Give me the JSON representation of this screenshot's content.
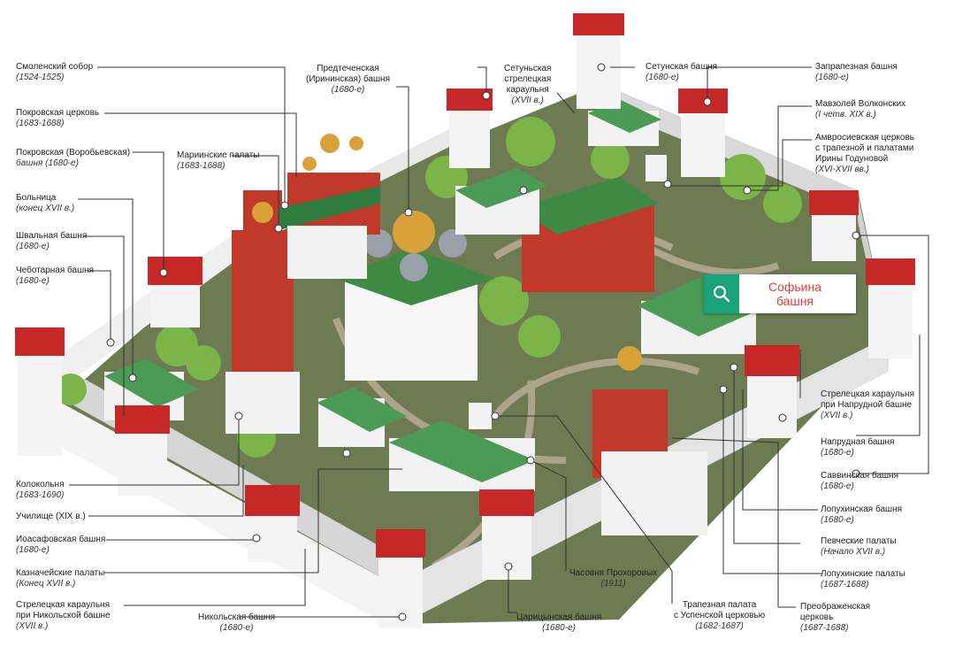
{
  "labels": {
    "smolensky": {
      "name": "Смоленский собор",
      "date": "(1524-1525)"
    },
    "pokrovskaya_church": {
      "name": "Покровская церковь",
      "date": "(1683-1688)"
    },
    "pokrovskaya_tower": {
      "name": "Покровская (Воробьевская)",
      "date": "башня (1680-е)"
    },
    "bolnitsa": {
      "name": "Больница",
      "date": "(конец XVII в.)"
    },
    "shvalnaya": {
      "name": "Швальная башня",
      "date": "(1680-е)"
    },
    "chebotarnaya": {
      "name": "Чеботарная башня",
      "date": "(1680-е)"
    },
    "mariinskie": {
      "name": "Мариинские палаты",
      "date": "(1683-1688)"
    },
    "predtechenskaya_1": {
      "name": "Предтеченская"
    },
    "predtechenskaya_2": {
      "name": "(Ирининская) башня"
    },
    "predtechenskaya_3": {
      "name": "(1680-е)"
    },
    "setunskaya_guard_1": {
      "name": "Сетуньская"
    },
    "setunskaya_guard_2": {
      "name": "стрелецкая"
    },
    "setunskaya_guard_3": {
      "name": "караульня"
    },
    "setunskaya_guard_4": {
      "name": "(XVII в.)"
    },
    "setunskaya_tower": {
      "name": "Сетунская башня",
      "date": "(1680-е)"
    },
    "zapreznaya": {
      "name": "Запрапезная башня",
      "date": "(1680-е)"
    },
    "mavzoley": {
      "name": "Мавзолей Волконских",
      "date": "(I четв. XIX в.)"
    },
    "amvrosievskaya_1": {
      "name": "Амвросиевская церковь"
    },
    "amvrosievskaya_2": {
      "name": "с трапезной и палатами"
    },
    "amvrosievskaya_3": {
      "name": "Ирины Годуновой"
    },
    "amvrosievskaya_4": {
      "name": "(XVI-XVII вв.)"
    },
    "kolokolnya": {
      "name": "Колокольня",
      "date": "(1683-1690)"
    },
    "uchilishche": {
      "name": "Училище (XIX в.)"
    },
    "ioasafovskaya": {
      "name": "Иоасафовская башня",
      "date": "(1680-е)"
    },
    "kaznacheyskie": {
      "name": "Казначейские палаты",
      "date": "(Конец XVII в.)"
    },
    "nikolskaya_guard_1": {
      "name": "Стрелецкая караульня"
    },
    "nikolskaya_guard_2": {
      "name": "при Никольской башне"
    },
    "nikolskaya_guard_3": {
      "name": "(XVII в.)"
    },
    "nikolskaya_tower": {
      "name": "Никольская башня",
      "date": "(1680-е)"
    },
    "tsaritsynskaya": {
      "name": "Царицынская башня",
      "date": "(1680-е)"
    },
    "chasovnya": {
      "name": "Часовня Прохоровых",
      "date": "(1911)"
    },
    "trapeznaya_1": {
      "name": "Трапезная палата"
    },
    "trapeznaya_2": {
      "name": "с Успенской церковью"
    },
    "trapeznaya_3": {
      "name": "(1682-1687)"
    },
    "preobrazhenskaya_1": {
      "name": "Преображенская"
    },
    "preobrazhenskaya_2": {
      "name": "церковь"
    },
    "preobrazhenskaya_3": {
      "name": "(1687-1688)"
    },
    "napr_guard_1": {
      "name": "Стрелецкая караульня"
    },
    "napr_guard_2": {
      "name": "при Напрудной башне"
    },
    "napr_guard_3": {
      "name": "(XVII в.)"
    },
    "naprudnaya": {
      "name": "Напрудная башня",
      "date": "(1680-е)"
    },
    "savvinskaya": {
      "name": "Саввинская башня",
      "date": "(1680-е)"
    },
    "lopukhinskaya_tower": {
      "name": "Лопухинская башня",
      "date": "(1680-е)"
    },
    "pevcheskie": {
      "name": "Певческие палаты",
      "date": "(Начало XVII в.)"
    },
    "lopukhinskie": {
      "name": "Лопухинские палаты",
      "date": "(1687-1688)"
    }
  },
  "search": {
    "text_line1": "Софьина",
    "text_line2": "башня"
  },
  "colors": {
    "accent": "#1aa37a",
    "search_text": "#e53935",
    "roof_green": "#3f8f4c",
    "wall_red": "#c62828",
    "wall_white": "#f2f2f2",
    "ground": "#6f7a52"
  }
}
